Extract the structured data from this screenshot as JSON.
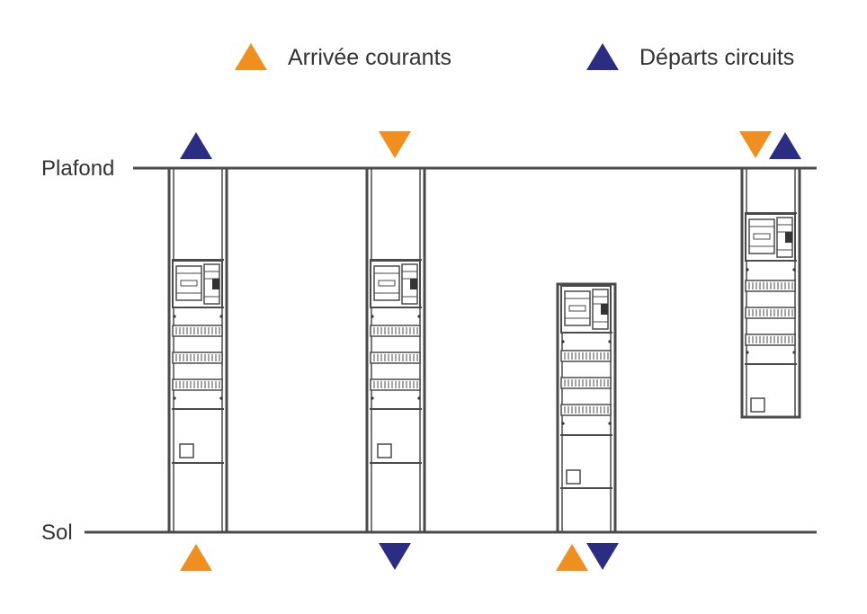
{
  "legend": {
    "arrivee_label": "Arrivée courants",
    "departs_label": "Départs circuits"
  },
  "levels": {
    "ceiling_label": "Plafond",
    "floor_label": "Sol"
  },
  "colors": {
    "arrivee": "#ee8f1f",
    "departs": "#2a2d82",
    "line": "#4a4a4a",
    "text": "#333333"
  },
  "cabinets": [
    {
      "id": "cabinet-1",
      "mount": "floor-to-ceiling",
      "ceiling_markers": [
        "departs-up"
      ],
      "floor_markers": [
        "arrivee-up"
      ]
    },
    {
      "id": "cabinet-2",
      "mount": "floor-to-ceiling",
      "ceiling_markers": [
        "arrivee-down"
      ],
      "floor_markers": [
        "departs-down"
      ]
    },
    {
      "id": "cabinet-3",
      "mount": "floor-standing",
      "ceiling_markers": [],
      "floor_markers": [
        "arrivee-up",
        "departs-down"
      ]
    },
    {
      "id": "cabinet-4",
      "mount": "ceiling-hung",
      "ceiling_markers": [
        "arrivee-down",
        "departs-up"
      ],
      "floor_markers": []
    }
  ]
}
